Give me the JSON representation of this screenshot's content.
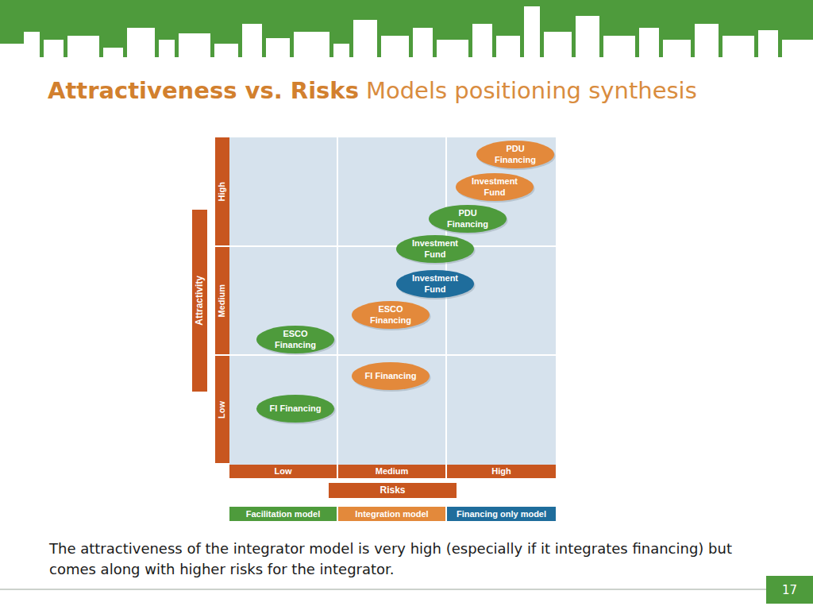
{
  "diagram": {
    "title": "Attractiveness vs. Risks",
    "caption": "The attractiveness of the integrator model is very high (especially if it integrates financing) but comes along with higher risks for the integrator.",
    "nodes": [
      {
        "text": [
          "High"
        ]
      },
      {
        "text": [
          "Attractivity"
        ]
      },
      {
        "text": [
          "Medium"
        ]
      },
      {
        "text": [
          "Low"
        ]
      },
      {
        "text": [
          "PDU Financing"
        ]
      },
      {
        "text": [
          "Investment Fund"
        ]
      },
      {
        "text": [
          "PDU Financing"
        ]
      },
      {
        "text": [
          "Investment Fund"
        ]
      },
      {
        "text": [
          "Investment Fund"
        ]
      },
      {
        "text": [
          "ESCO Financing"
        ]
      },
      {
        "text": [
          "ESCO Financing"
        ]
      },
      {
        "text": [
          "FI Financing"
        ]
      },
      {
        "text": [
          "FI Financing"
        ]
      },
      {
        "text": [
          "Low"
        ]
      },
      {
        "text": [
          "Medium"
        ]
      },
      {
        "text": [
          "High"
        ]
      },
      {
        "text": [
          "Risks"
        ]
      }
    ],
    "labels": [
      "Models positioning synthesis",
      "17"
    ],
    "legend": [
      {
        "text": "Facilitation model",
        "color": "#4e9b3c"
      },
      {
        "text": "Integration model",
        "color": "#e3893b"
      },
      {
        "text": "Financing only model",
        "color": "#1f6d9c"
      }
    ]
  }
}
